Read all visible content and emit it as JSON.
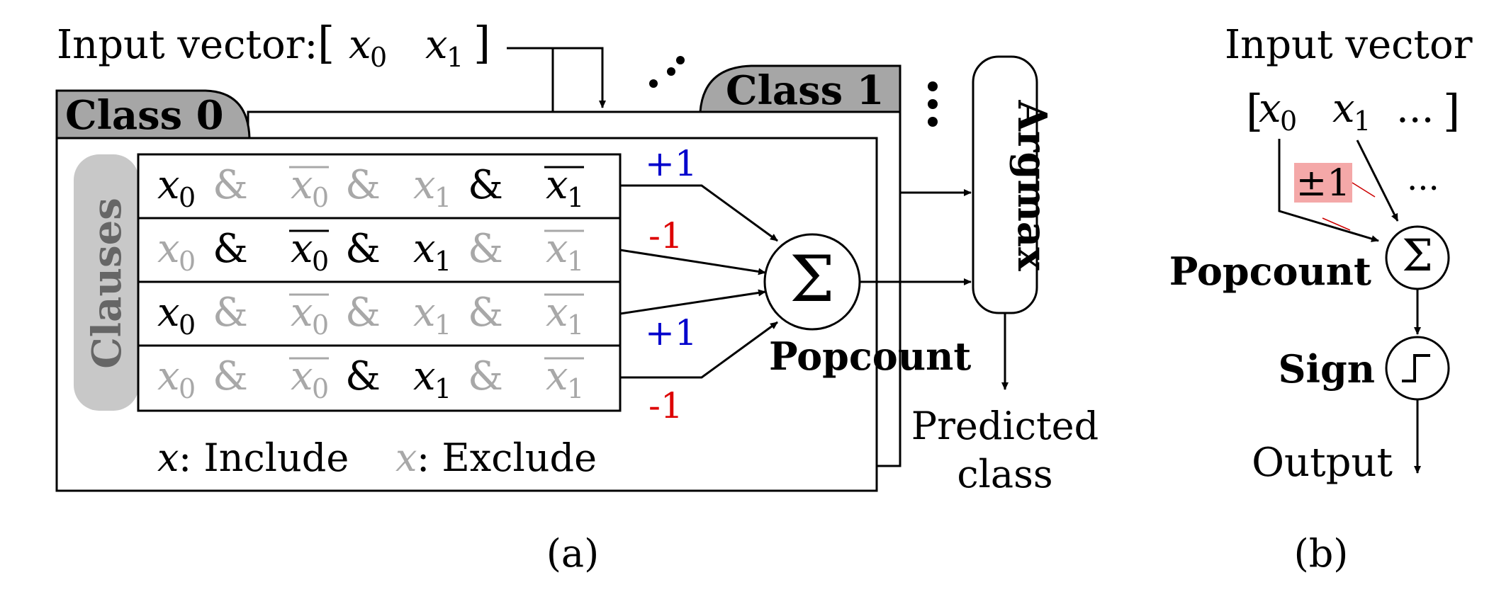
{
  "panel_a": {
    "input_label": "Input vector:",
    "input_x0": "x",
    "input_x0_sub": "0",
    "input_x1": "x",
    "input_x1_sub": "1",
    "bracket_open": "[",
    "bracket_close": "]",
    "class0_label": "Class 0",
    "class1_label": "Class 1",
    "clauses_label": "Clauses",
    "clause_rows": [
      [
        {
          "t": "x",
          "s": "0",
          "neg": false,
          "inc": true
        },
        {
          "t": "x",
          "s": "0",
          "neg": true,
          "inc": false
        },
        {
          "t": "x",
          "s": "1",
          "neg": false,
          "inc": false
        },
        {
          "t": "x",
          "s": "1",
          "neg": true,
          "inc": true
        }
      ],
      [
        {
          "t": "x",
          "s": "0",
          "neg": false,
          "inc": false
        },
        {
          "t": "x",
          "s": "0",
          "neg": true,
          "inc": true
        },
        {
          "t": "x",
          "s": "1",
          "neg": false,
          "inc": true
        },
        {
          "t": "x",
          "s": "1",
          "neg": true,
          "inc": false
        }
      ],
      [
        {
          "t": "x",
          "s": "0",
          "neg": false,
          "inc": true
        },
        {
          "t": "x",
          "s": "0",
          "neg": true,
          "inc": false
        },
        {
          "t": "x",
          "s": "1",
          "neg": false,
          "inc": false
        },
        {
          "t": "x",
          "s": "1",
          "neg": true,
          "inc": false
        }
      ],
      [
        {
          "t": "x",
          "s": "0",
          "neg": false,
          "inc": false
        },
        {
          "t": "x",
          "s": "0",
          "neg": true,
          "inc": false
        },
        {
          "t": "x",
          "s": "1",
          "neg": false,
          "inc": true
        },
        {
          "t": "x",
          "s": "1",
          "neg": true,
          "inc": false
        }
      ]
    ],
    "and_symbol": "&",
    "weights": [
      "+1",
      "-1",
      "+1",
      "-1"
    ],
    "sum_symbol": "Σ",
    "popcount_label": "Popcount",
    "argmax_label": "Argmax",
    "predicted_line1": "Predicted",
    "predicted_line2": "class",
    "legend_include_var": "x",
    "legend_include": ": Include",
    "legend_exclude_var": "x",
    "legend_exclude": ": Exclude",
    "caption": "(a)"
  },
  "panel_b": {
    "input_label": "Input vector",
    "input_vec_open": "[",
    "input_x0": "x",
    "input_x0_sub": "0",
    "input_x1": "x",
    "input_x1_sub": "1",
    "input_more": "...",
    "input_vec_close": "]",
    "weight_label": "±1",
    "more_label": "...",
    "sum_symbol": "Σ",
    "popcount_label": "Popcount",
    "sign_label": "Sign",
    "output_label": "Output",
    "caption": "(b)"
  },
  "colors": {
    "positive": "#0000cc",
    "negative": "#dd0000",
    "excluded": "#a8a8a8",
    "tab_fill": "#a6a6a6",
    "clauses_fill": "#c8c8c8",
    "highlight": "#f4a8a8"
  }
}
